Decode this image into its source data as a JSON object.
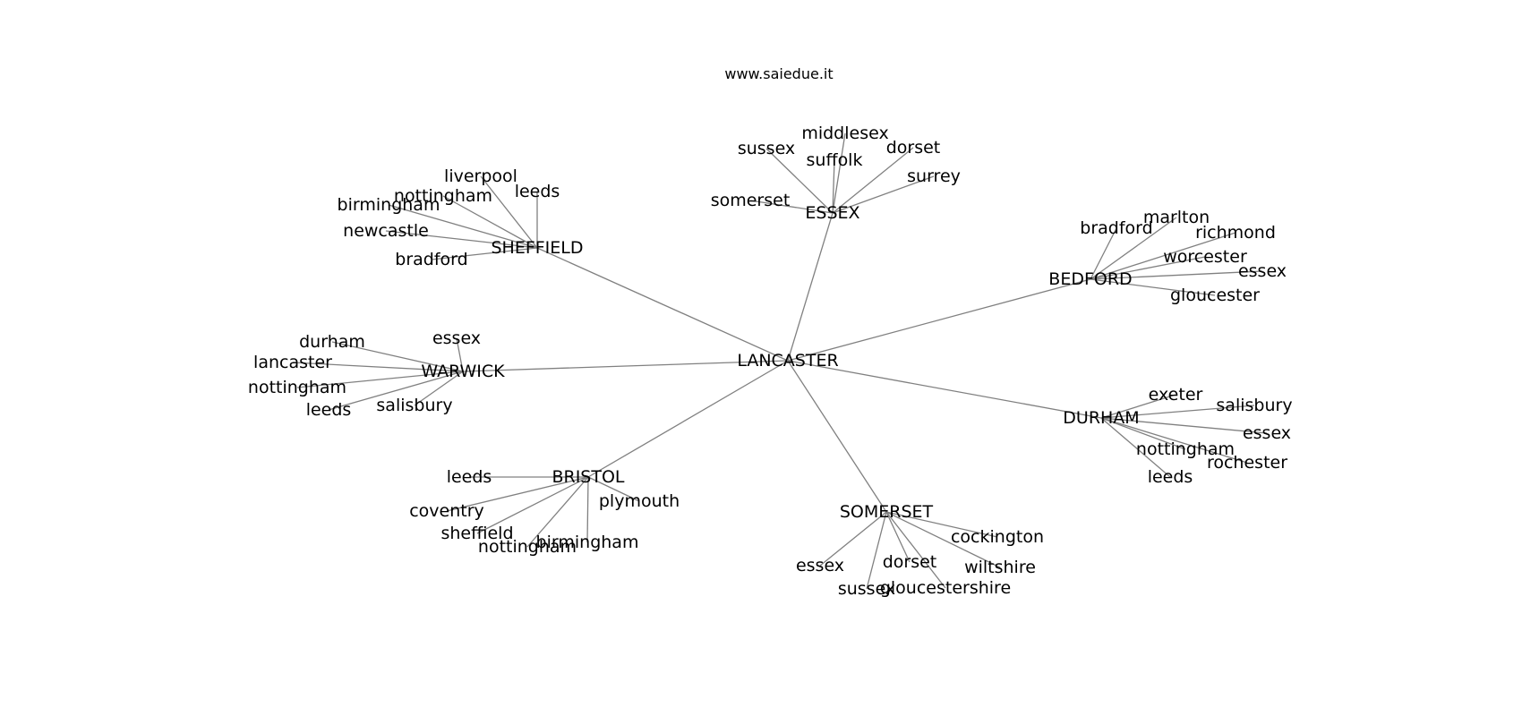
{
  "credit": "www.saiedue.it",
  "graph": {
    "root": "LANCASTER",
    "hubs": [
      {
        "id": "essex_hub",
        "label": "ESSEX",
        "leaves": [
          "sussex",
          "middlesex",
          "suffolk",
          "dorset",
          "surrey",
          "somerset"
        ]
      },
      {
        "id": "sheffield_hub",
        "label": "SHEFFIELD",
        "leaves": [
          "liverpool",
          "leeds",
          "nottingham",
          "birmingham",
          "newcastle",
          "bradford"
        ]
      },
      {
        "id": "bedford_hub",
        "label": "BEDFORD",
        "leaves": [
          "bradford",
          "marlton",
          "richmond",
          "worcester",
          "essex",
          "gloucester"
        ]
      },
      {
        "id": "warwick_hub",
        "label": "WARWICK",
        "leaves": [
          "durham",
          "essex",
          "lancaster",
          "nottingham",
          "leeds",
          "salisbury"
        ]
      },
      {
        "id": "durham_hub",
        "label": "DURHAM",
        "leaves": [
          "exeter",
          "salisbury",
          "essex",
          "nottingham",
          "rochester",
          "leeds"
        ]
      },
      {
        "id": "bristol_hub",
        "label": "BRISTOL",
        "leaves": [
          "leeds",
          "plymouth",
          "coventry",
          "sheffield",
          "nottingham",
          "birmingham"
        ]
      },
      {
        "id": "somerset_hub",
        "label": "SOMERSET",
        "leaves": [
          "cockington",
          "essex",
          "dorset",
          "wiltshire",
          "sussex",
          "gloucestershire"
        ]
      }
    ]
  }
}
